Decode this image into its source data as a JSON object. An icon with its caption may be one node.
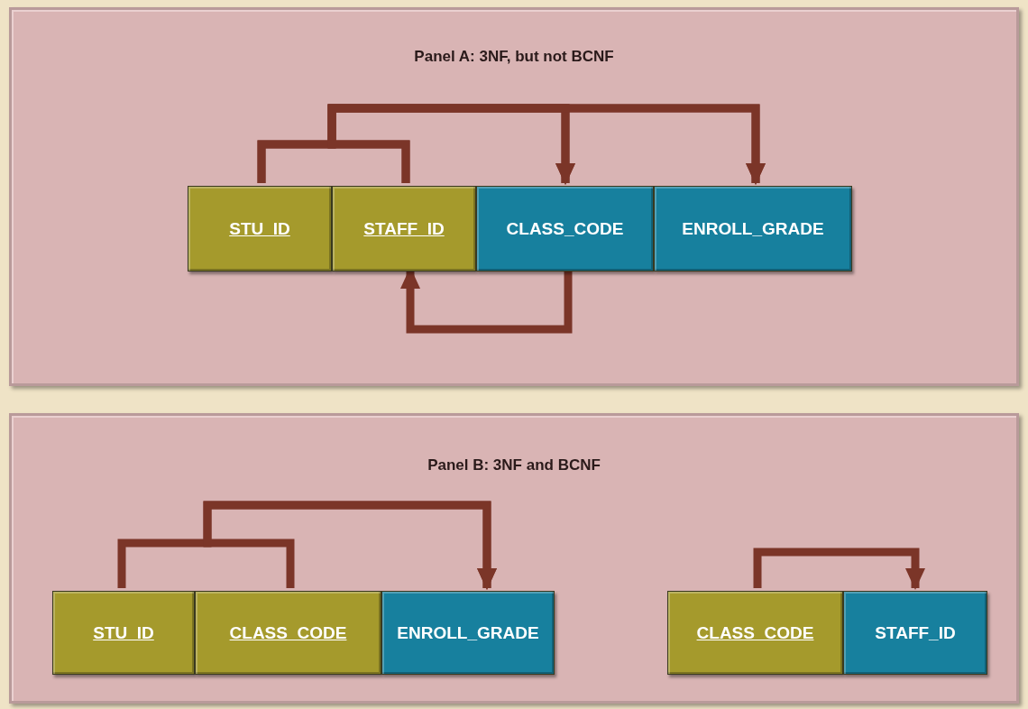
{
  "diagram": {
    "nodes": [
      {
        "text": [
          "Panel A: 3NF, but not BCNF"
        ]
      },
      {
        "text": [
          "STU_ID"
        ],
        "in": 0
      },
      {
        "text": [
          "STAFF_ID"
        ],
        "in": 0
      },
      {
        "text": [
          "CLASS_CODE"
        ],
        "in": 0
      },
      {
        "text": [
          "ENROLL_GRADE"
        ],
        "in": 0
      },
      {
        "text": [
          "Panel B: 3NF and BCNF"
        ]
      },
      {
        "text": [
          "STU_ID"
        ],
        "in": 5
      },
      {
        "text": [
          "CLASS_CODE"
        ],
        "in": 5
      },
      {
        "text": [
          "ENROLL_GRADE"
        ],
        "in": 5
      },
      {
        "text": [
          "CLASS_CODE"
        ],
        "in": 5
      },
      {
        "text": [
          "STAFF_ID"
        ],
        "in": 5
      }
    ],
    "edges": [
      {
        "from": 1,
        "to": 3,
        "arrow": "to"
      },
      {
        "from": 1,
        "to": 4,
        "arrow": "to"
      },
      {
        "from": 2,
        "to": 3,
        "arrow": "to"
      },
      {
        "from": 2,
        "to": 4,
        "arrow": "to"
      },
      {
        "from": 3,
        "to": 2,
        "arrow": "to"
      },
      {
        "from": 6,
        "to": 8,
        "arrow": "to"
      },
      {
        "from": 7,
        "to": 8,
        "arrow": "to"
      },
      {
        "from": 9,
        "to": 10,
        "arrow": "to"
      }
    ]
  }
}
